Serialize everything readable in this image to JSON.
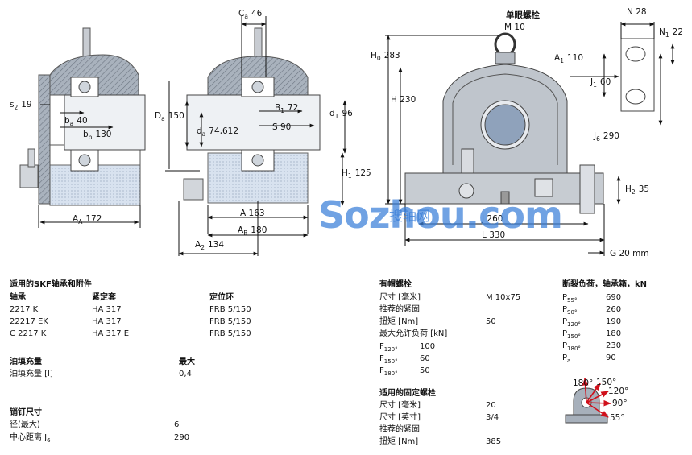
{
  "drawing": {
    "dims": {
      "ca": "C",
      "ca_sub": "a",
      "ca_val": "46",
      "s2": "s",
      "s2_sub": "2",
      "s2_val": "19",
      "ba": "b",
      "ba_sub": "a",
      "ba_val": "40",
      "bb": "b",
      "bb_sub": "b",
      "bb_val": "130",
      "Da": "D",
      "Da_sub": "a",
      "Da_val": "150",
      "da": "d",
      "da_sub": "a",
      "da_val": "74,612",
      "B1": "B",
      "B1_sub": "1",
      "B1_val": "72",
      "d1": "d",
      "d1_sub": "1",
      "d1_val": "96",
      "S": "S 90",
      "H1": "H",
      "H1_sub": "1",
      "H1_val": "125",
      "AA": "A",
      "AA_sub": "A",
      "AA_val": "172",
      "A": "A 163",
      "AB": "A",
      "AB_sub": "B",
      "AB_val": "180",
      "A2": "A",
      "A2_sub": "2",
      "A2_val": "134",
      "eyebolt_label": "单眼螺栓",
      "M": "M 10",
      "H0": "H",
      "H0_sub": "0",
      "H0_val": "283",
      "H": "H 230",
      "J": "J 260",
      "L": "L 330",
      "N": "N 28",
      "N1": "N",
      "N1_sub": "1",
      "N1_val": "22",
      "A1": "A",
      "A1_sub": "1",
      "A1_val": "110",
      "J1": "J",
      "J1_sub": "1",
      "J1_val": "60",
      "J6": "J",
      "J6_sub": "6",
      "J6_val": "290",
      "H2": "H",
      "H2_sub": "2",
      "H2_val": "35",
      "G": "G 20 mm"
    },
    "load_diagram": [
      "180°",
      "150°",
      "120°",
      "90°",
      "55°"
    ]
  },
  "watermark": {
    "text": "Sozhou.com",
    "cn": "搜轴网"
  },
  "bearings": {
    "title": "适用的SKF轴承和附件",
    "headers": [
      "轴承",
      "紧定套",
      "定位环"
    ],
    "rows": [
      [
        "2217 K",
        "HA 317",
        "FRB 5/150"
      ],
      [
        "22217 EK",
        "HA 317",
        "FRB 5/150"
      ],
      [
        "C 2217 K",
        "HA 317 E",
        "FRB 5/150"
      ]
    ]
  },
  "grease": {
    "title": "油填充量",
    "max_label": "最大",
    "row_label": "油填充量 [l]",
    "row_value": "0,4"
  },
  "pin": {
    "title": "销钉尺寸",
    "rows": [
      [
        "径(最大)",
        "6"
      ],
      [
        "中心距离 J",
        "6",
        "290"
      ]
    ]
  },
  "cap_bolts": {
    "title": "有帽螺栓",
    "rows": [
      [
        "尺寸 [毫米]",
        "M 10x75"
      ],
      [
        "推荐的紧固",
        ""
      ],
      [
        "扭矩 [Nm]",
        "50"
      ],
      [
        "最大允许负荷 [kN]",
        ""
      ]
    ],
    "loads": [
      [
        "F",
        "120°",
        "100"
      ],
      [
        "F",
        "150°",
        "60"
      ],
      [
        "F",
        "180°",
        "50"
      ]
    ]
  },
  "fix_bolts": {
    "title": "适用的固定螺栓",
    "rows": [
      [
        "尺寸 [毫米]",
        "20"
      ],
      [
        "尺寸 [英寸]",
        "3/4"
      ],
      [
        "推荐的紧固",
        ""
      ],
      [
        "扭矩 [Nm]",
        "385"
      ]
    ]
  },
  "breaking": {
    "title": "断裂负荷，轴承箱，kN",
    "rows": [
      [
        "P",
        "55°",
        "690"
      ],
      [
        "P",
        "90°",
        "260"
      ],
      [
        "P",
        "120°",
        "190"
      ],
      [
        "P",
        "150°",
        "180"
      ],
      [
        "P",
        "180°",
        "230"
      ],
      [
        "P",
        "a",
        "90"
      ]
    ]
  }
}
